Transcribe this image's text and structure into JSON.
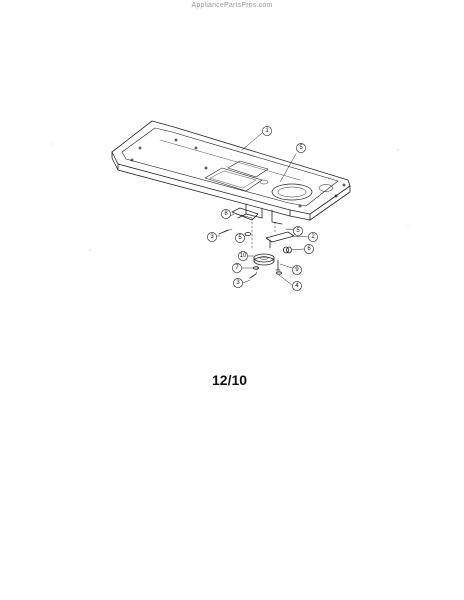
{
  "watermark": "AppliancePartsPros.com",
  "page_code": "12/10",
  "callouts": [
    "1",
    "5",
    "8",
    "3",
    "5",
    "5",
    "2",
    "6",
    "10",
    "7",
    "9",
    "3",
    "4"
  ]
}
